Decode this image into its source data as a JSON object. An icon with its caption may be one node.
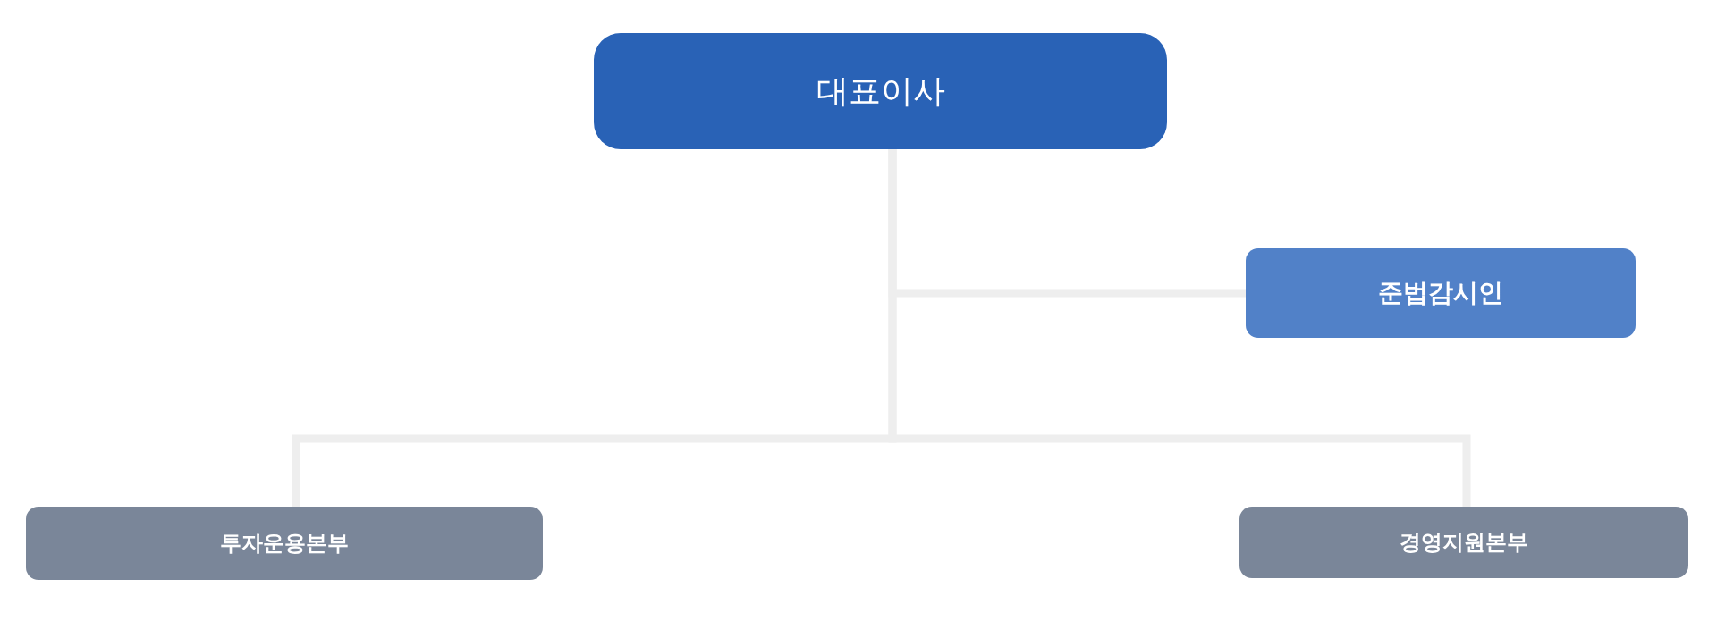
{
  "diagram": {
    "nodes": [
      {
        "text": [
          "대표이사"
        ]
      },
      {
        "text": [
          "준법감시인"
        ]
      },
      {
        "text": [
          "투자운용본부"
        ]
      },
      {
        "text": [
          "경영지원본부"
        ]
      }
    ],
    "edges": [
      {
        "from": 0,
        "to": 1,
        "arrow": "none"
      },
      {
        "from": 0,
        "to": 2,
        "arrow": "none"
      },
      {
        "from": 0,
        "to": 3,
        "arrow": "none"
      }
    ]
  }
}
